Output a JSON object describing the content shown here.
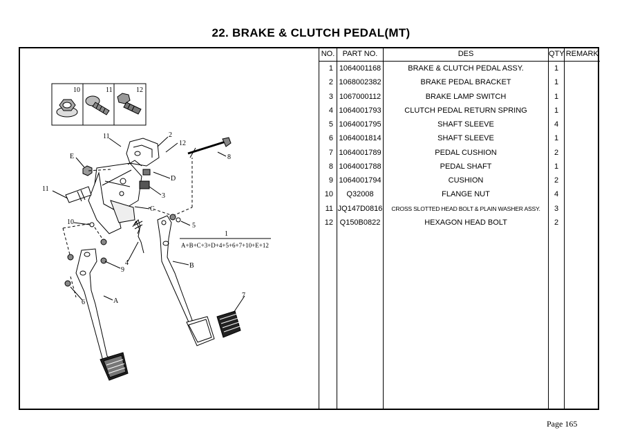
{
  "title": "22. BRAKE & CLUTCH PEDAL(MT)",
  "table": {
    "headers": {
      "no": "NO.",
      "part_no": "PART NO.",
      "des": "DES",
      "qty": "QTY",
      "remark": "REMARK"
    },
    "rows": [
      {
        "no": "1",
        "part_no": "1064001168",
        "des": "BRAKE & CLUTCH PEDAL ASSY.",
        "qty": "1",
        "remark": ""
      },
      {
        "no": "2",
        "part_no": "1068002382",
        "des": "BRAKE PEDAL BRACKET",
        "qty": "1",
        "remark": ""
      },
      {
        "no": "3",
        "part_no": "1067000112",
        "des": "BRAKE LAMP SWITCH",
        "qty": "1",
        "remark": ""
      },
      {
        "no": "4",
        "part_no": "1064001793",
        "des": "CLUTCH PEDAL RETURN SPRING",
        "qty": "1",
        "remark": ""
      },
      {
        "no": "5",
        "part_no": "1064001795",
        "des": "SHAFT SLEEVE",
        "qty": "4",
        "remark": ""
      },
      {
        "no": "6",
        "part_no": "1064001814",
        "des": "SHAFT SLEEVE",
        "qty": "1",
        "remark": ""
      },
      {
        "no": "7",
        "part_no": "1064001789",
        "des": "PEDAL CUSHION",
        "qty": "2",
        "remark": ""
      },
      {
        "no": "8",
        "part_no": "1064001788",
        "des": "PEDAL SHAFT",
        "qty": "1",
        "remark": ""
      },
      {
        "no": "9",
        "part_no": "1064001794",
        "des": "CUSHION",
        "qty": "2",
        "remark": ""
      },
      {
        "no": "10",
        "part_no": "Q32008",
        "des": "FLANGE NUT",
        "qty": "4",
        "remark": ""
      },
      {
        "no": "11",
        "part_no": "JQ147D0816",
        "des": "CROSS SLOTTED HEAD BOLT & PLAIN WASHER ASSY.",
        "qty": "3",
        "remark": ""
      },
      {
        "no": "12",
        "part_no": "Q150B0822",
        "des": "HEXAGON HEAD BOLT",
        "qty": "2",
        "remark": ""
      }
    ]
  },
  "diagram": {
    "fastener_labels": [
      "10",
      "11",
      "12"
    ],
    "callouts": [
      "11",
      "2",
      "12",
      "8",
      "E",
      "D",
      "3",
      "11",
      "C",
      "10",
      "5",
      "9",
      "4",
      "B",
      "6",
      "A",
      "7",
      "1"
    ],
    "formula": "A+B+C+3+D+4+5+6+7+10+E+12"
  },
  "page": "Page  165"
}
